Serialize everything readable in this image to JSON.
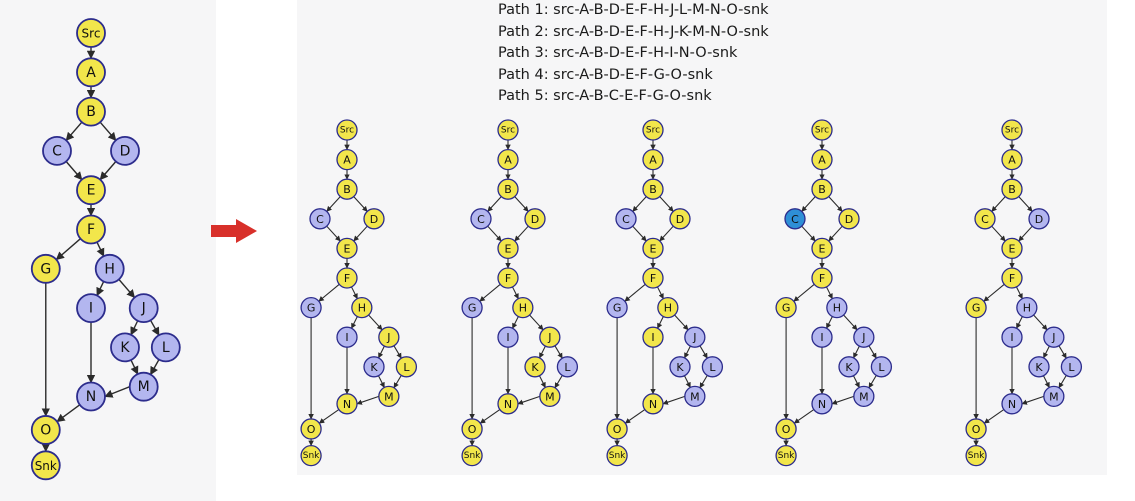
{
  "colors": {
    "yellow": "#f2e64b",
    "blue": "#b3b6ef",
    "highlight": "#2e8fd6",
    "stroke": "#2c2c8c",
    "arrow": "#d8302a",
    "panel": "#f6f6f7"
  },
  "paths": [
    "Path 1: src-A-B-D-E-F-H-J-L-M-N-O-snk",
    "Path 2: src-A-B-D-E-F-H-J-K-M-N-O-snk",
    "Path 3: src-A-B-D-E-F-H-I-N-O-snk",
    "Path 4: src-A-B-D-E-F-G-O-snk",
    "Path 5: src-A-B-C-E-F-G-O-snk"
  ],
  "nodes": [
    "Src",
    "A",
    "B",
    "C",
    "D",
    "E",
    "F",
    "G",
    "H",
    "I",
    "J",
    "K",
    "L",
    "M",
    "N",
    "O",
    "Snk"
  ],
  "edges": [
    [
      "Src",
      "A"
    ],
    [
      "A",
      "B"
    ],
    [
      "B",
      "C"
    ],
    [
      "B",
      "D"
    ],
    [
      "C",
      "E"
    ],
    [
      "D",
      "E"
    ],
    [
      "E",
      "F"
    ],
    [
      "F",
      "G"
    ],
    [
      "F",
      "H"
    ],
    [
      "H",
      "I"
    ],
    [
      "H",
      "J"
    ],
    [
      "J",
      "K"
    ],
    [
      "J",
      "L"
    ],
    [
      "K",
      "M"
    ],
    [
      "L",
      "M"
    ],
    [
      "M",
      "N"
    ],
    [
      "I",
      "N"
    ],
    [
      "G",
      "O"
    ],
    [
      "N",
      "O"
    ],
    [
      "O",
      "Snk"
    ]
  ],
  "graphs": [
    {
      "name": "original",
      "yellow": [
        "Src",
        "A",
        "B",
        "E",
        "F",
        "G",
        "O",
        "Snk"
      ],
      "blue": [
        "C",
        "D",
        "H",
        "I",
        "J",
        "K",
        "L",
        "M",
        "N"
      ],
      "highlight": []
    },
    {
      "name": "path-1",
      "yellow": [
        "Src",
        "A",
        "B",
        "D",
        "E",
        "F",
        "H",
        "J",
        "L",
        "M",
        "N",
        "O",
        "Snk"
      ],
      "blue": [
        "C",
        "G",
        "I",
        "K"
      ],
      "highlight": []
    },
    {
      "name": "path-2",
      "yellow": [
        "Src",
        "A",
        "B",
        "D",
        "E",
        "F",
        "H",
        "J",
        "K",
        "M",
        "N",
        "O",
        "Snk"
      ],
      "blue": [
        "C",
        "G",
        "I",
        "L"
      ],
      "highlight": []
    },
    {
      "name": "path-3",
      "yellow": [
        "Src",
        "A",
        "B",
        "D",
        "E",
        "F",
        "H",
        "I",
        "N",
        "O",
        "Snk"
      ],
      "blue": [
        "C",
        "G",
        "J",
        "K",
        "L",
        "M"
      ],
      "highlight": []
    },
    {
      "name": "path-4",
      "yellow": [
        "Src",
        "A",
        "B",
        "D",
        "E",
        "F",
        "G",
        "O",
        "Snk"
      ],
      "blue": [
        "H",
        "I",
        "J",
        "K",
        "L",
        "M",
        "N"
      ],
      "highlight": [
        "C"
      ]
    },
    {
      "name": "path-5",
      "yellow": [
        "Src",
        "A",
        "B",
        "C",
        "E",
        "F",
        "G",
        "O",
        "Snk"
      ],
      "blue": [
        "D",
        "H",
        "I",
        "J",
        "K",
        "L",
        "M",
        "N"
      ],
      "highlight": []
    }
  ]
}
